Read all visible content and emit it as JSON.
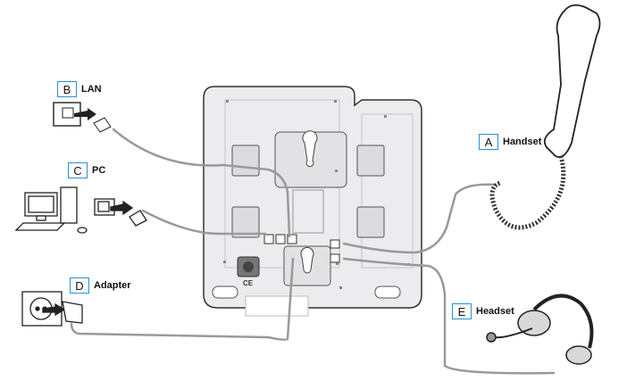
{
  "callouts": {
    "a": {
      "letter": "A",
      "label": "Handset"
    },
    "b": {
      "letter": "B",
      "label": "LAN"
    },
    "c": {
      "letter": "C",
      "label": "PC"
    },
    "d": {
      "letter": "D",
      "label": "Adapter"
    },
    "e": {
      "letter": "E",
      "label": "Headset"
    }
  },
  "base_markings": {
    "cert": "CE"
  },
  "colors": {
    "callout_border": "#2a8fd6",
    "base_fill": "#ececee",
    "outline": "#333333",
    "cable": "#9a9a9a"
  }
}
